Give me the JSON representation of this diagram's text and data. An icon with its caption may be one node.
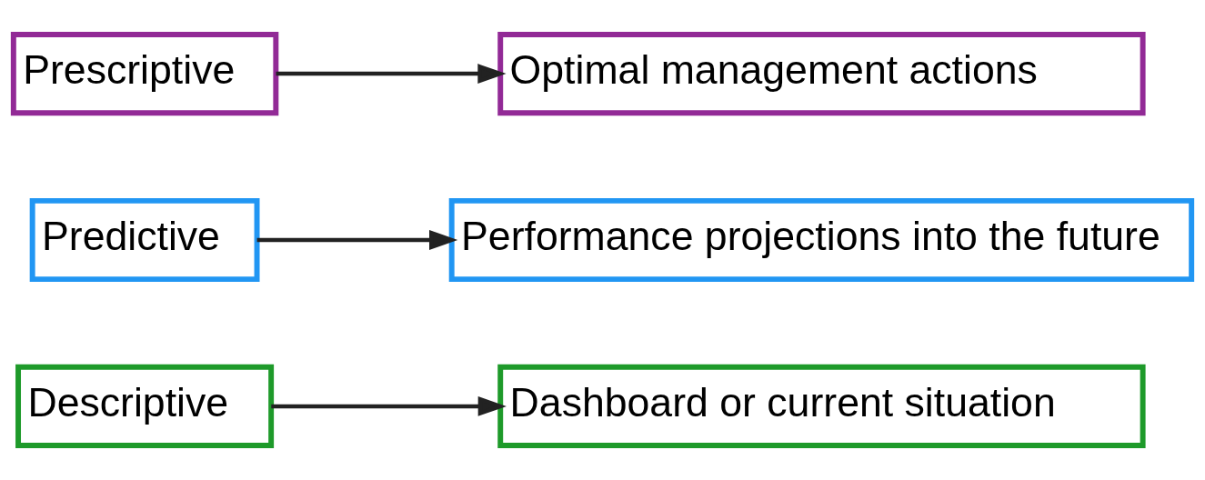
{
  "diagram": {
    "nodes": [
      {
        "text": [
          "Descriptive"
        ]
      },
      {
        "text": [
          "Dashboard or current situation"
        ]
      },
      {
        "text": [
          "Predictive"
        ]
      },
      {
        "text": [
          "Performance projections into the future"
        ]
      },
      {
        "text": [
          "Prescriptive"
        ]
      },
      {
        "text": [
          "Optimal management actions"
        ]
      }
    ],
    "edges": [
      {
        "from": 0,
        "to": 1,
        "arrow": "to"
      },
      {
        "from": 2,
        "to": 3,
        "arrow": "to"
      },
      {
        "from": 4,
        "to": 5,
        "arrow": "to"
      }
    ]
  }
}
